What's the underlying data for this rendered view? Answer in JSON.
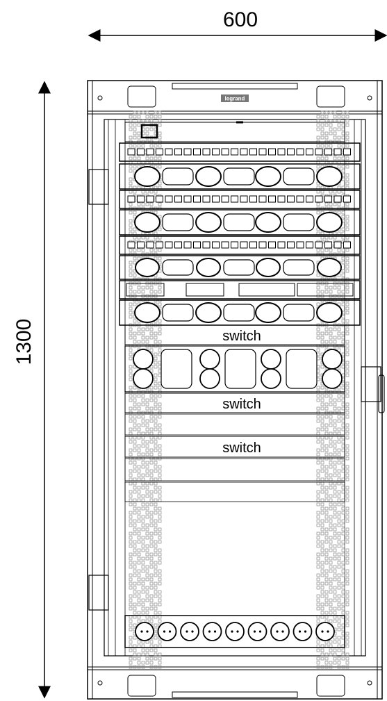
{
  "dimensions": {
    "width_label": "600",
    "height_label": "1300"
  },
  "brand": {
    "logo": "legrand"
  },
  "equipment": {
    "switch_labels": [
      "switch",
      "switch",
      "switch"
    ]
  },
  "power_strip": {
    "socket_count": 9
  },
  "patch_panels": {
    "count": 4
  },
  "cable_managers": {
    "count": 5
  },
  "colors": {
    "line": "#000000",
    "background": "#ffffff",
    "perforation": "#888888"
  }
}
